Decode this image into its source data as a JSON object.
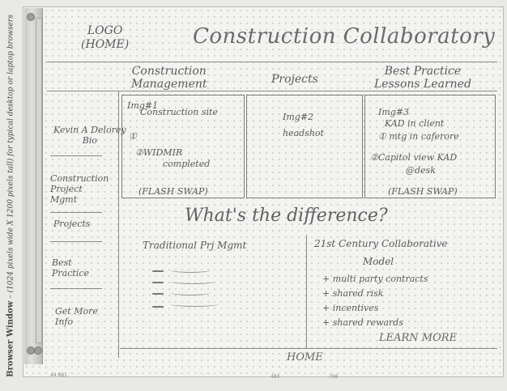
{
  "caption": {
    "bold": "Browser Window",
    "italic": " – (1024 pixels wide X 1200 pixels tall) for typical desktop or laptop browsers"
  },
  "header": {
    "logo_line1": "LOGO",
    "logo_line2": "(HOME)",
    "site_title": "Construction Collaboratory"
  },
  "top_nav": [
    {
      "line1": "Construction",
      "line2": "Management"
    },
    {
      "line1": "Projects",
      "line2": ""
    },
    {
      "line1": "Best Practice",
      "line2": "Lessons Learned"
    }
  ],
  "panels": [
    {
      "lines": [
        "Img#1",
        "Construction site",
        "①",
        "②WIDMIR",
        "completed"
      ],
      "footer": "(FLASH SWAP)"
    },
    {
      "lines": [
        "Img#2",
        "headshot"
      ],
      "footer": ""
    },
    {
      "lines": [
        "Img#3",
        "KAD in client",
        "① mtg in caferore",
        "②Capitol view KAD",
        "@desk"
      ],
      "footer": "(FLASH SWAP)"
    }
  ],
  "side_nav": [
    {
      "line1": "Kevin A Delorey",
      "line2": "Bio"
    },
    {
      "line1": "Construction",
      "line2": "Project",
      "line3": "Mgmt"
    },
    {
      "line1": "Projects"
    },
    {
      "line1": "Best",
      "line2": "Practice"
    },
    {
      "line1": "Get More",
      "line2": "Info"
    }
  ],
  "difference": {
    "title": "What's the difference?",
    "left_head": "Traditional Prj Mgmt",
    "right_head_1": "21st Century Collaborative",
    "right_head_2": "Model",
    "right_items": [
      "+ multi party contracts",
      "+ shared risk",
      "+ incentives",
      "+ shared rewards"
    ],
    "learn_more": "LEARN MORE"
  },
  "footer": {
    "home": "HOME"
  },
  "scale": {
    "left": "44 881",
    "mid1": "480",
    "mid2": "768"
  }
}
